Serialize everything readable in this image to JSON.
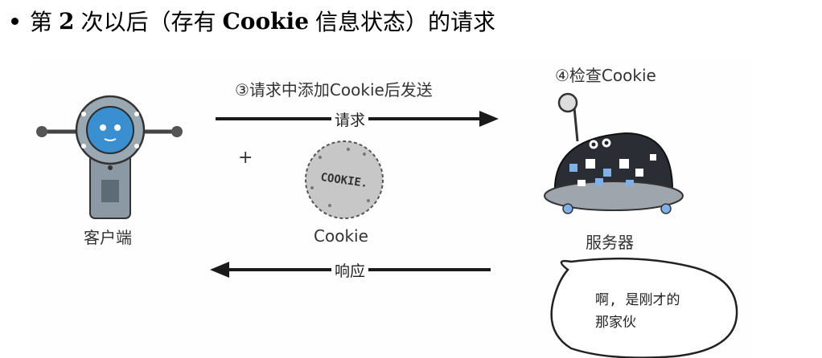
{
  "heading": {
    "prefix": "第",
    "number": "2",
    "middle1": "次以后（存有",
    "cookie_word": "Cookie",
    "middle2": "信息状态）的请求"
  },
  "diagram": {
    "step3_label": "③请求中添加Cookie后发送",
    "step4_label": "④检查Cookie",
    "request_label": "请求",
    "response_label": "响应",
    "plus_sign": "+",
    "client_label": "客户端",
    "server_label": "服务器",
    "cookie_label": "Cookie",
    "cookie_stamp": "COOKIE.",
    "bubble_line1": "啊, 是刚才的",
    "bubble_line2": "那家伙"
  },
  "colors": {
    "robot_blue": "#3a8fd0",
    "robot_gray": "#8a99a3",
    "server_dark": "#2a2d33",
    "server_screen": "#7fb0e8",
    "arrow": "#1a1a1a"
  }
}
